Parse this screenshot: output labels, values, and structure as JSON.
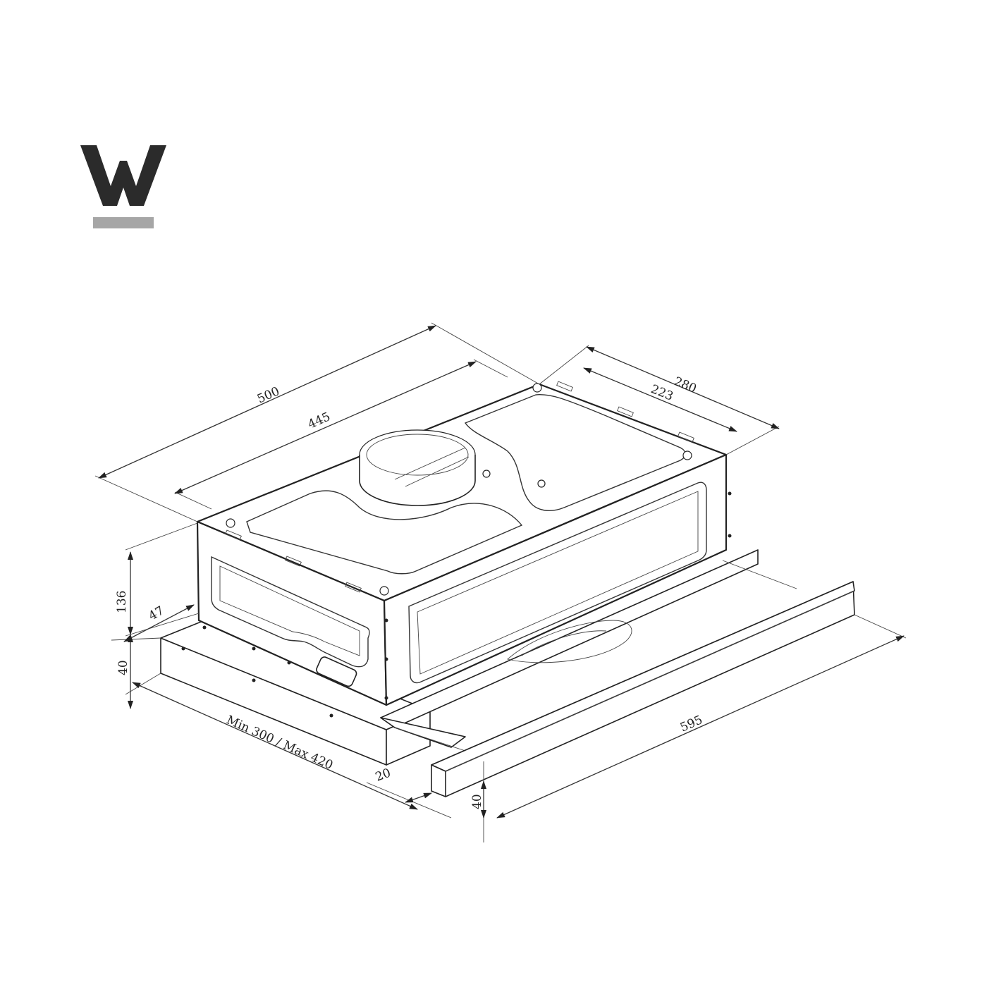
{
  "logo": {
    "name": "brand-logo",
    "letter_color": "#2b2b2b",
    "bar_color": "#a6a6a6"
  },
  "dimensions": {
    "depth_total": "500",
    "depth_body": "445",
    "width_outlet_outer": "280",
    "width_outlet_inner": "223",
    "height_body": "136",
    "height_drawer": "40",
    "front_offset": "47",
    "extension_range": "Min 300 / Max 420",
    "front_offset_bottom": "20",
    "front_panel_height": "40",
    "front_width": "595"
  }
}
